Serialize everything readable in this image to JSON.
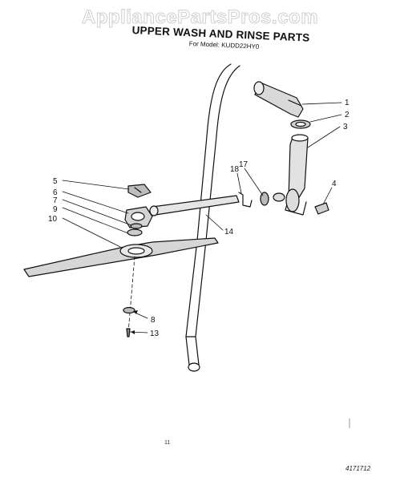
{
  "watermark": "AppliancePartsPros.com",
  "title": "UPPER WASH AND RINSE PARTS",
  "subtitle": "For Model: KUDD22HY0",
  "page_number": "11",
  "document_number": "4171712",
  "callouts": [
    "1",
    "2",
    "3",
    "4",
    "5",
    "6",
    "7",
    "8",
    "9",
    "10",
    "13",
    "14",
    "17",
    "18"
  ]
}
